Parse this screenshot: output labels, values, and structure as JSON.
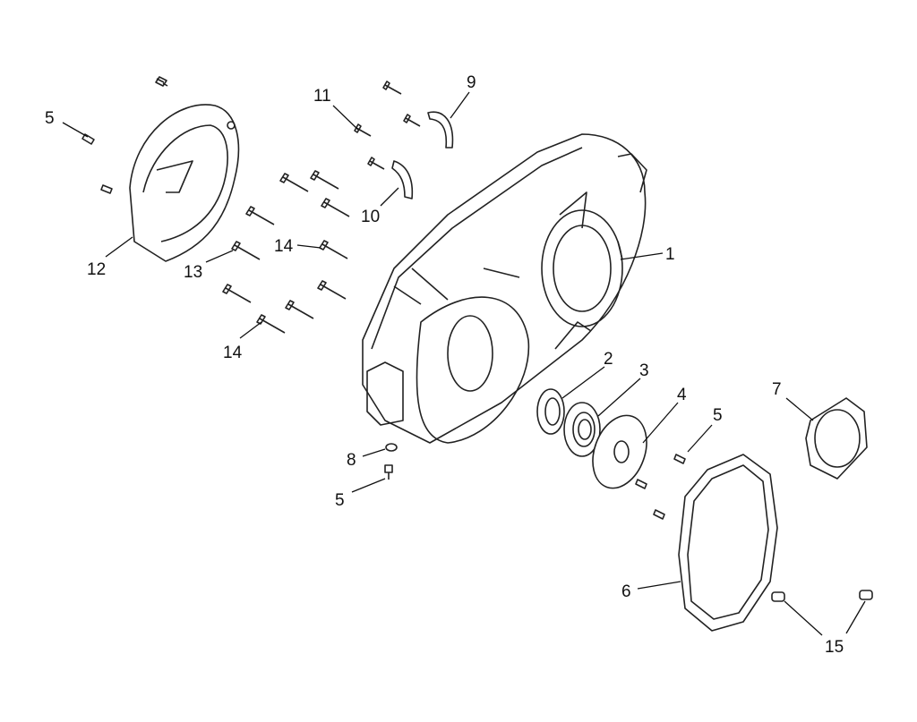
{
  "callouts": {
    "c1": "1",
    "c2": "2",
    "c3": "3",
    "c4": "4",
    "c5a": "5",
    "c5b": "5",
    "c5c": "5",
    "c6": "6",
    "c7": "7",
    "c8": "8",
    "c9": "9",
    "c10": "10",
    "c11": "11",
    "c12": "12",
    "c13": "13",
    "c14a": "14",
    "c14b": "14",
    "c15": "15"
  }
}
